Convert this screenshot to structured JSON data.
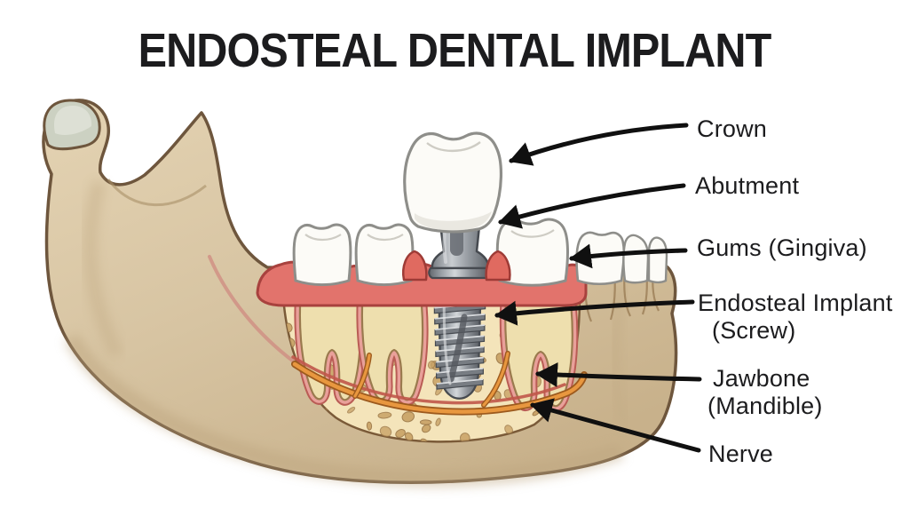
{
  "title": "ENDOSTEAL DENTAL IMPLANT",
  "labels": {
    "crown": "Crown",
    "abutment": "Abutment",
    "gums": "Gums (Gingiva)",
    "implant_line1": "Endosteal Implant",
    "implant_line2": "(Screw)",
    "jawbone_line1": "Jawbone",
    "jawbone_line2": "(Mandible)",
    "nerve": "Nerve"
  },
  "colors": {
    "background": "#ffffff",
    "title_text": "#1c1c1e",
    "label_text": "#1c1c1e",
    "arrow": "#101010",
    "bone": "#d7c4a2",
    "bone_outline": "#6e563d",
    "bone_shadow": "#bda57f",
    "cartilage": "#ccd1c2",
    "spongy_bone": "#f4e4ba",
    "spongy_speckle": "#c8a266",
    "speckle_outline": "#9b7747",
    "gum": "#e2736c",
    "gum_outline": "#a8423e",
    "pdl": "#e9a09a",
    "pdl_outline": "#b95c55",
    "tooth": "#fcfbf7",
    "tooth_outline": "#8e8e8a",
    "root": "#eedfae",
    "root_outline": "#9a7a4e",
    "implant_metal": "#9aa0a6",
    "implant_metal_dark": "#54585e",
    "nerve": "#e8973f",
    "nerve_outline": "#9c5a1e",
    "artery": "#c0564a"
  }
}
